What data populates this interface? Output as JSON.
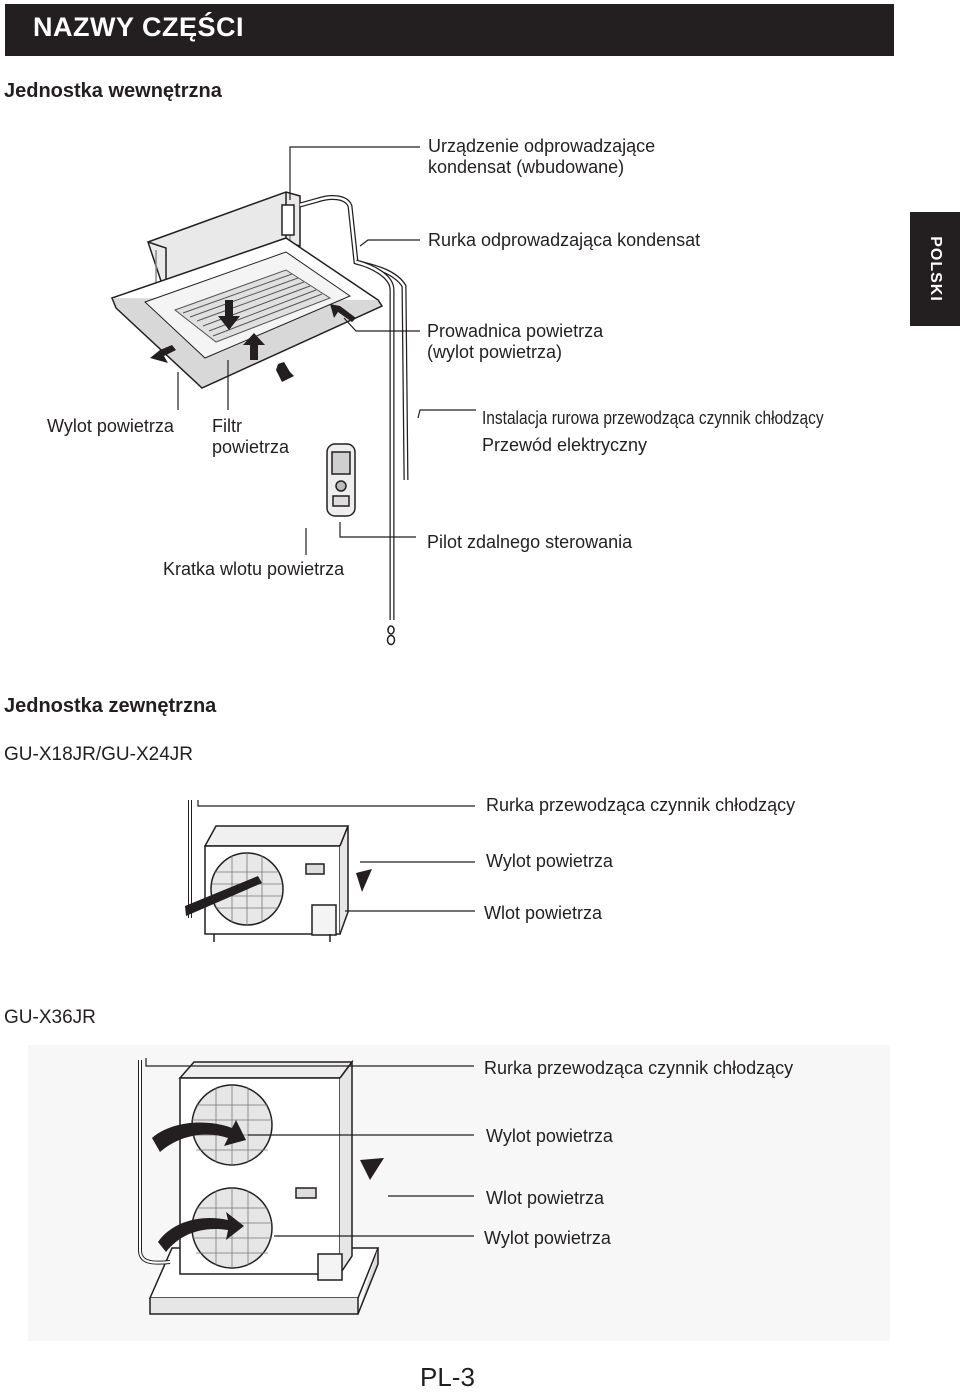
{
  "header": {
    "title": "NAZWY CZĘŚCI",
    "side_tab": "POLSKI"
  },
  "indoor": {
    "heading": "Jednostka wewnętrzna",
    "labels": {
      "drain_pump_1": "Urządzenie odprowadzające",
      "drain_pump_2": "kondensat (wbudowane)",
      "drain_hose": "Rurka odprowadzająca kondensat",
      "louver_1": "Prowadnica powietrza",
      "louver_2": "(wylot powietrza)",
      "air_outlet": "Wylot powietrza",
      "filter_1": "Filtr",
      "filter_2": "powietrza",
      "piping": "Instalacja rurowa przewodząca czynnik chłodzący",
      "cable": "Przewód elektryczny",
      "remote": "Pilot zdalnego sterowania",
      "grille": "Kratka wlotu powietrza"
    }
  },
  "outdoor": {
    "heading": "Jednostka zewnętrzna",
    "model_a": "GU-X18JR/GU-X24JR",
    "labels_a": {
      "pipe": "Rurka przewodząca czynnik chłodzący",
      "outlet": "Wylot powietrza",
      "inlet": "Wlot powietrza"
    },
    "model_b": "GU-X36JR",
    "labels_b": {
      "pipe": "Rurka przewodząca czynnik chłodzący",
      "outlet": "Wylot powietrza",
      "inlet": "Wlot powietrza",
      "outlet2": "Wylot powietrza"
    }
  },
  "footer": {
    "page": "PL-3"
  }
}
